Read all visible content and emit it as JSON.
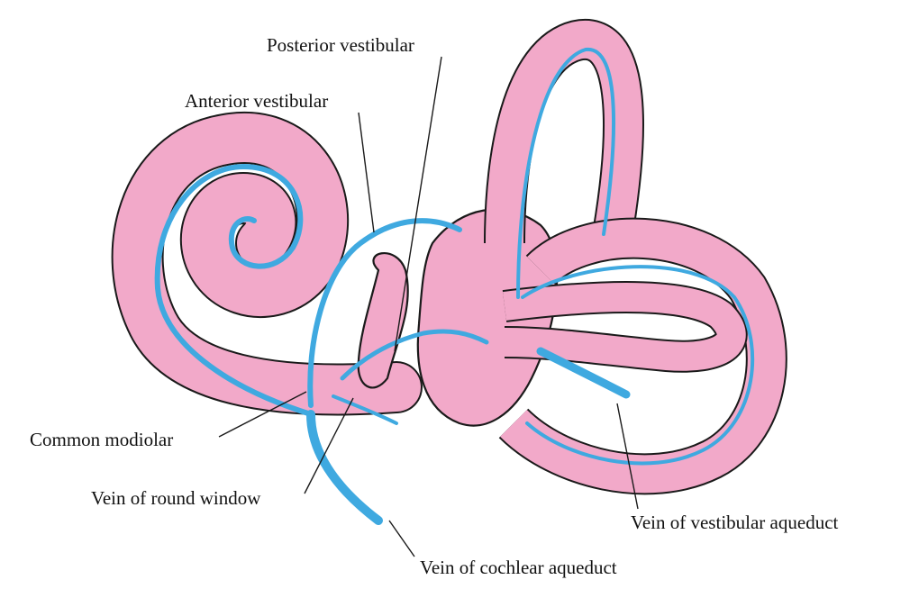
{
  "labels": {
    "posterior_vestibular": "Posterior vestibular",
    "anterior_vestibular": "Anterior vestibular",
    "common_modiolar": "Common modiolar",
    "vein_round_window": "Vein of round window",
    "vein_vestibular_aqueduct": "Vein of vestibular aqueduct",
    "vein_cochlear_aqueduct": "Vein of cochlear aqueduct"
  },
  "colors": {
    "tissue": "#f2a9c9",
    "tissue_outline": "#1a1a1a",
    "vein": "#3fa9e0",
    "leader_line": "#1a1a1a",
    "background": "#ffffff"
  }
}
